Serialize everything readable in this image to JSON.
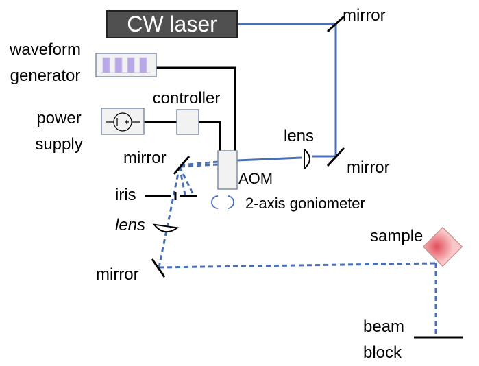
{
  "diagram": {
    "laser": "CW laser",
    "waveform_generator": [
      "waveform",
      "generator"
    ],
    "controller": "controller",
    "power_supply": [
      "power",
      "supply"
    ],
    "mirror_top_right": "mirror",
    "lens_upper": "lens",
    "mirror_right": "mirror",
    "mirror_left": "mirror",
    "aom": "AOM",
    "iris": "iris",
    "goniometer": "2-axis goniometer",
    "lens_lower": "lens",
    "mirror_bottom": "mirror",
    "sample": "sample",
    "beam_block": [
      "beam",
      "block"
    ]
  },
  "colors": {
    "beam": "#4a6fb5",
    "laser_box": "#505050",
    "waveform_bars": "#b9a8e6",
    "sample_fill": "#f6b5b5",
    "device_fill": "#f2f2f2"
  }
}
